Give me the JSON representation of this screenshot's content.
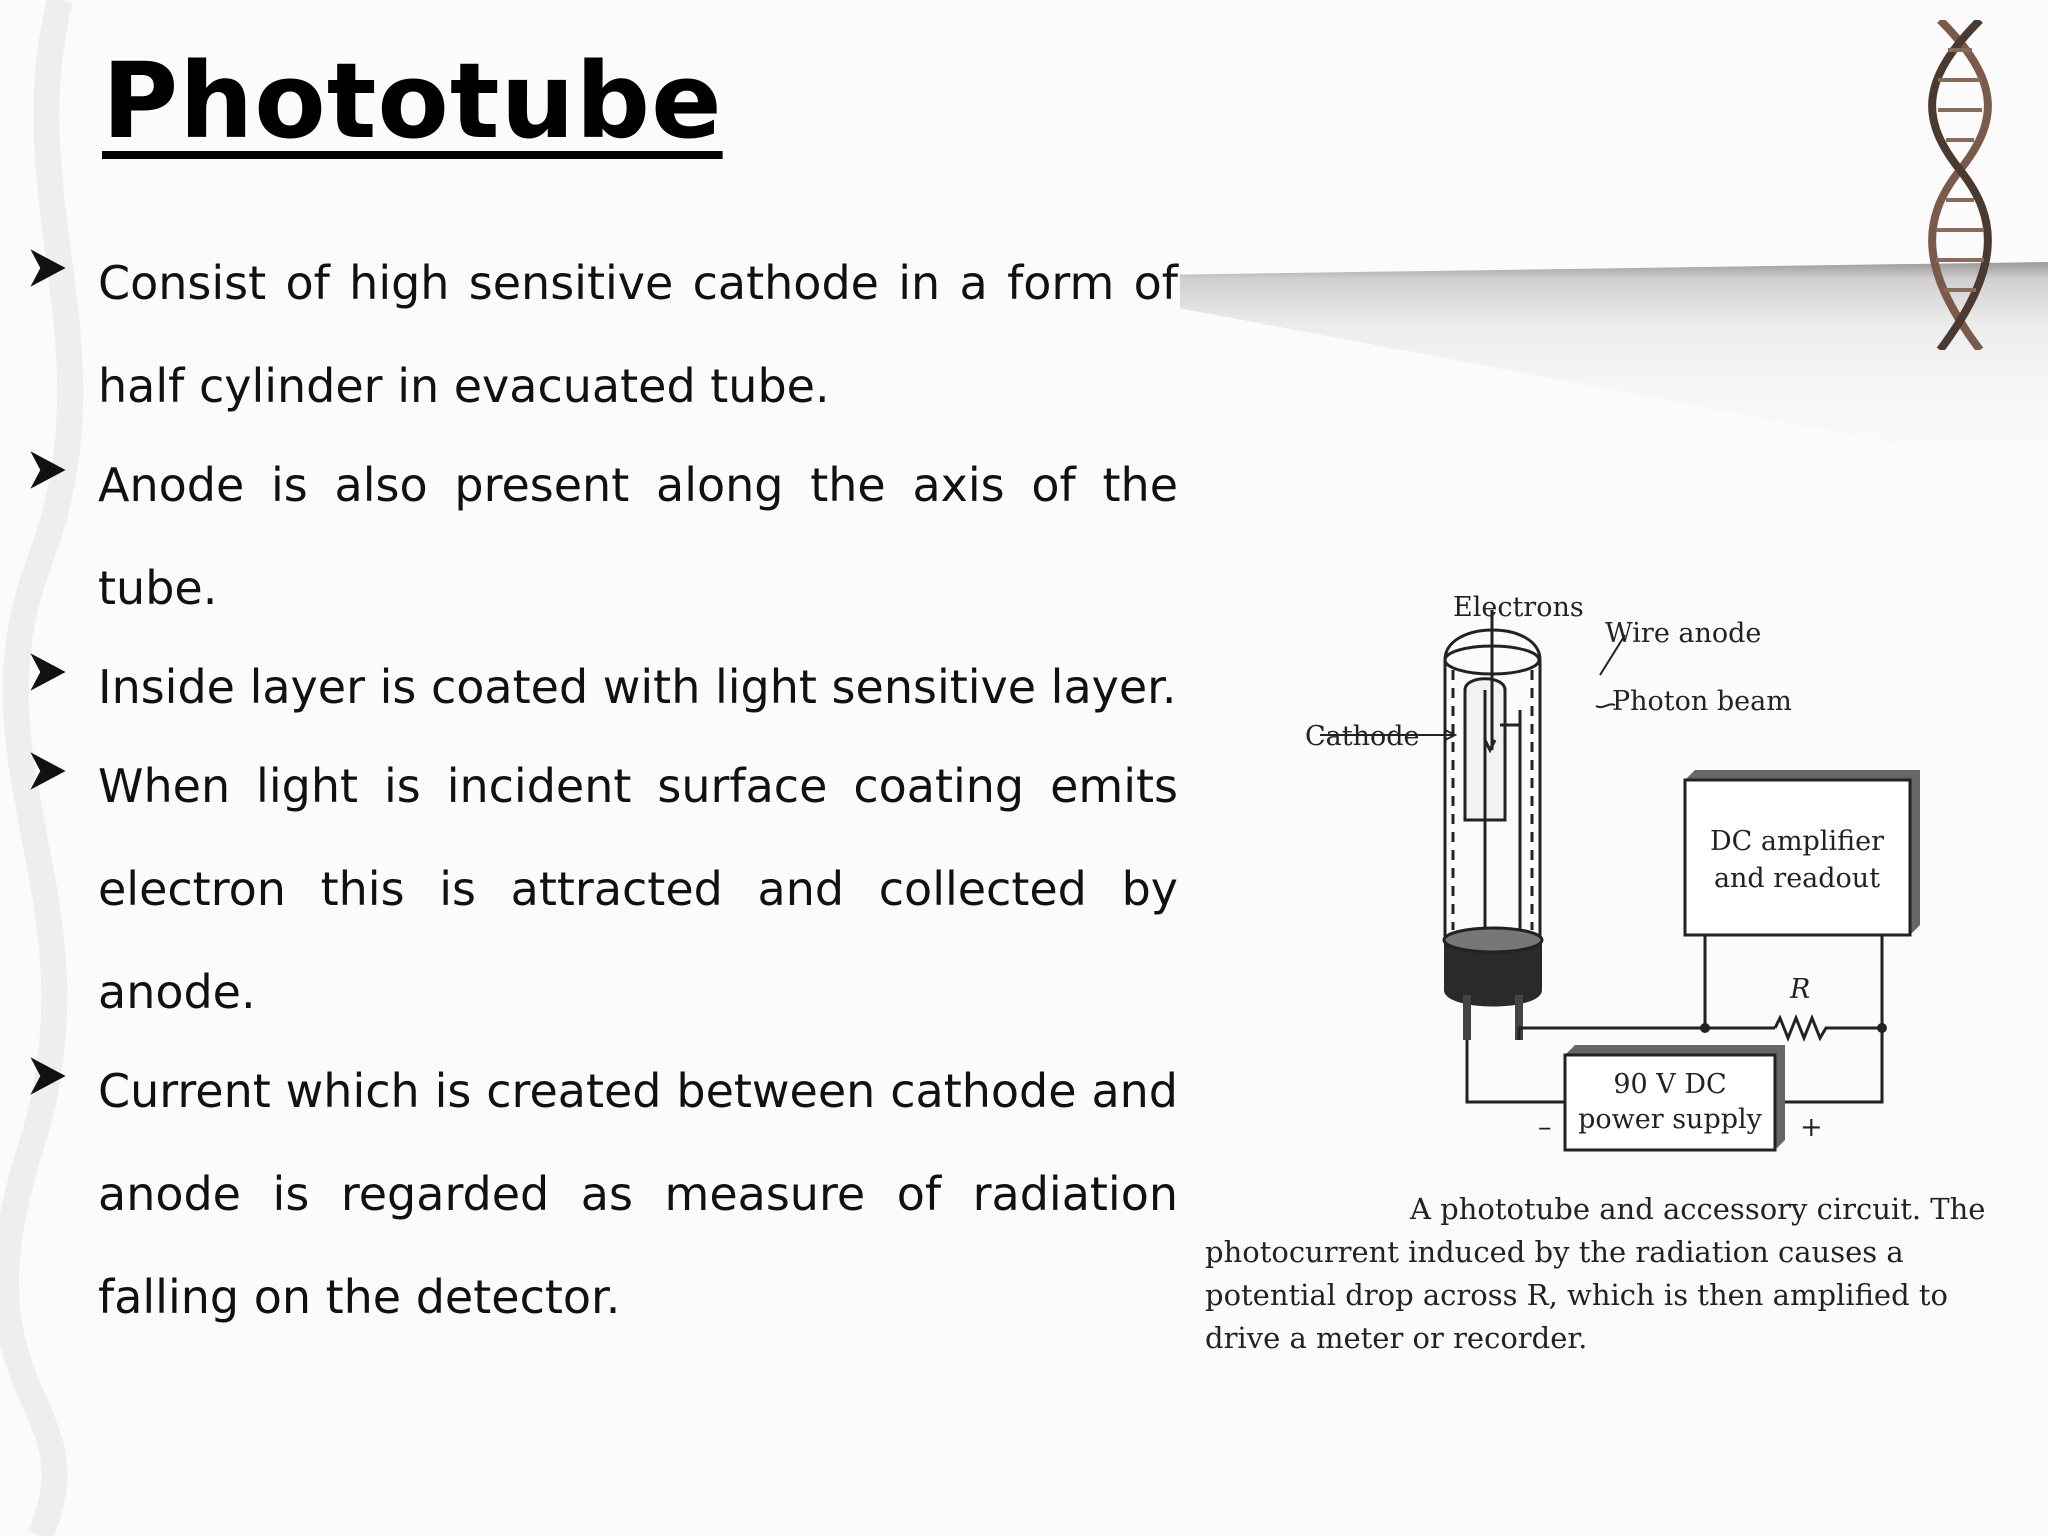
{
  "slide": {
    "title": "Phototube",
    "bullets": [
      "Consist of high sensitive cathode in a  form of half cylinder in evacuated tube.",
      "Anode is also present along the axis of the tube.",
      "Inside layer is coated with light sensitive layer.",
      "When light is incident surface coating emits electron this is attracted and collected by anode.",
      "Current which is created between cathode and anode is regarded as measure of radiation falling on the detector."
    ],
    "bullet_icon": "arrowhead-bullet-icon"
  },
  "figure": {
    "labels": {
      "electrons": "Electrons",
      "wire_anode": "Wire anode",
      "photon_beam": "Photon beam",
      "cathode": "Cathode",
      "dc_amp_line1": "DC amplifier",
      "dc_amp_line2": "and readout",
      "resistor": "R",
      "power_line1": "90 V DC",
      "power_line2": "power supply",
      "minus": "–",
      "plus": "+"
    },
    "caption": "A phototube and accessory circuit. The photocurrent induced by the radiation causes a potential drop across R, which is then amplified to drive a meter or recorder."
  },
  "decor": {
    "dna_icon": "dna-helix-icon"
  },
  "colors": {
    "text": "#111111",
    "background": "#fbfbfb"
  }
}
